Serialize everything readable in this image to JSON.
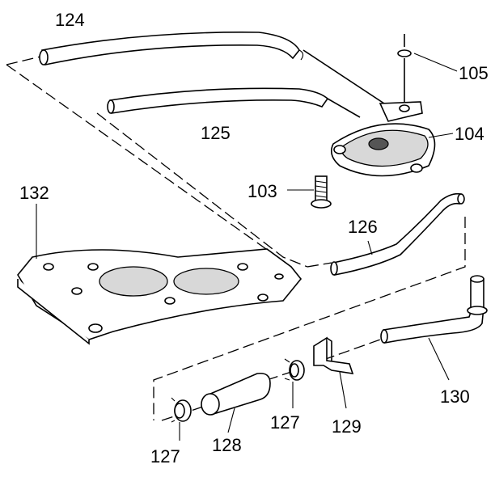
{
  "callouts": {
    "c124": "124",
    "c105": "105",
    "c125": "125",
    "c104": "104",
    "c103": "103",
    "c132": "132",
    "c126": "126",
    "c130": "130",
    "c127a": "127",
    "c128": "128",
    "c127b": "127",
    "c129": "129"
  }
}
